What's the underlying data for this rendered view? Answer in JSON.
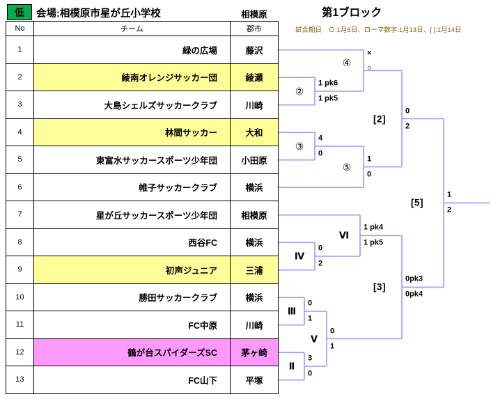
{
  "header": {
    "level_badge": "低",
    "venue_label": "会場:相模原市星が丘小学校",
    "venue_city": "相模原",
    "block_title": "第1ブロック",
    "schedule_note": "試合期日　Ｏ:1月6日、ローマ数字:1月13日、[ ]:1月14日"
  },
  "table": {
    "columns": [
      "No",
      "チーム",
      "郡市"
    ],
    "rows": [
      {
        "no": "1",
        "team": "緑の広場",
        "city": "藤沢",
        "highlight": "none"
      },
      {
        "no": "2",
        "team": "綾南オレンジサッカー団",
        "city": "綾瀬",
        "highlight": "yellow"
      },
      {
        "no": "3",
        "team": "大島シェルズサッカークラブ",
        "city": "川崎",
        "highlight": "none"
      },
      {
        "no": "4",
        "team": "林間サッカー",
        "city": "大和",
        "highlight": "yellow"
      },
      {
        "no": "5",
        "team": "東富水サッカースポーツ少年団",
        "city": "小田原",
        "highlight": "none"
      },
      {
        "no": "6",
        "team": "帷子サッカークラブ",
        "city": "横浜",
        "highlight": "none"
      },
      {
        "no": "7",
        "team": "星が丘サッカースポーツ少年団",
        "city": "相模原",
        "highlight": "none"
      },
      {
        "no": "8",
        "team": "西谷FC",
        "city": "横浜",
        "highlight": "none"
      },
      {
        "no": "9",
        "team": "初声ジュニア",
        "city": "三浦",
        "highlight": "yellow"
      },
      {
        "no": "10",
        "team": "勝田サッカークラブ",
        "city": "横浜",
        "highlight": "none"
      },
      {
        "no": "11",
        "team": "FC中原",
        "city": "川崎",
        "highlight": "none"
      },
      {
        "no": "12",
        "team": "鶴が台スパイダーズSC",
        "city": "茅ヶ崎",
        "highlight": "pink"
      },
      {
        "no": "13",
        "team": "FC山下",
        "city": "平塚",
        "highlight": "none"
      }
    ]
  },
  "bracket": {
    "matches": [
      {
        "id": "m2",
        "label": "②",
        "top_score": "1 pk6",
        "bottom_score": "1 pk5"
      },
      {
        "id": "m4",
        "label": "④",
        "top_score": "×",
        "bottom_score": "○"
      },
      {
        "id": "m3",
        "label": "③",
        "top_score": "4",
        "bottom_score": "0"
      },
      {
        "id": "m5",
        "label": "⑤",
        "top_score": "1",
        "bottom_score": "0"
      },
      {
        "id": "b2",
        "label": "[2]",
        "top_score": "0",
        "bottom_score": "2"
      },
      {
        "id": "m6r",
        "label": "Ⅵ",
        "top_score": "1 pk4",
        "bottom_score": "1 pk5"
      },
      {
        "id": "m4r",
        "label": "Ⅳ",
        "top_score": "0",
        "bottom_score": "2"
      },
      {
        "id": "m3r",
        "label": "Ⅲ",
        "top_score": "0",
        "bottom_score": "1"
      },
      {
        "id": "m2r",
        "label": "Ⅱ",
        "top_score": "3",
        "bottom_score": "0"
      },
      {
        "id": "m5r",
        "label": "Ⅴ",
        "top_score": "0",
        "bottom_score": "1"
      },
      {
        "id": "b3",
        "label": "[3]",
        "top_score": "0pk3",
        "bottom_score": "0pk4"
      },
      {
        "id": "b5",
        "label": "[5]",
        "top_score": "1",
        "bottom_score": "2"
      }
    ]
  },
  "colors": {
    "badge_green": "#00B050",
    "highlight_yellow": "#FFFF99",
    "highlight_pink": "#FF99FF",
    "bracket_line": "#9999FF",
    "note_text": "#7F6000"
  }
}
